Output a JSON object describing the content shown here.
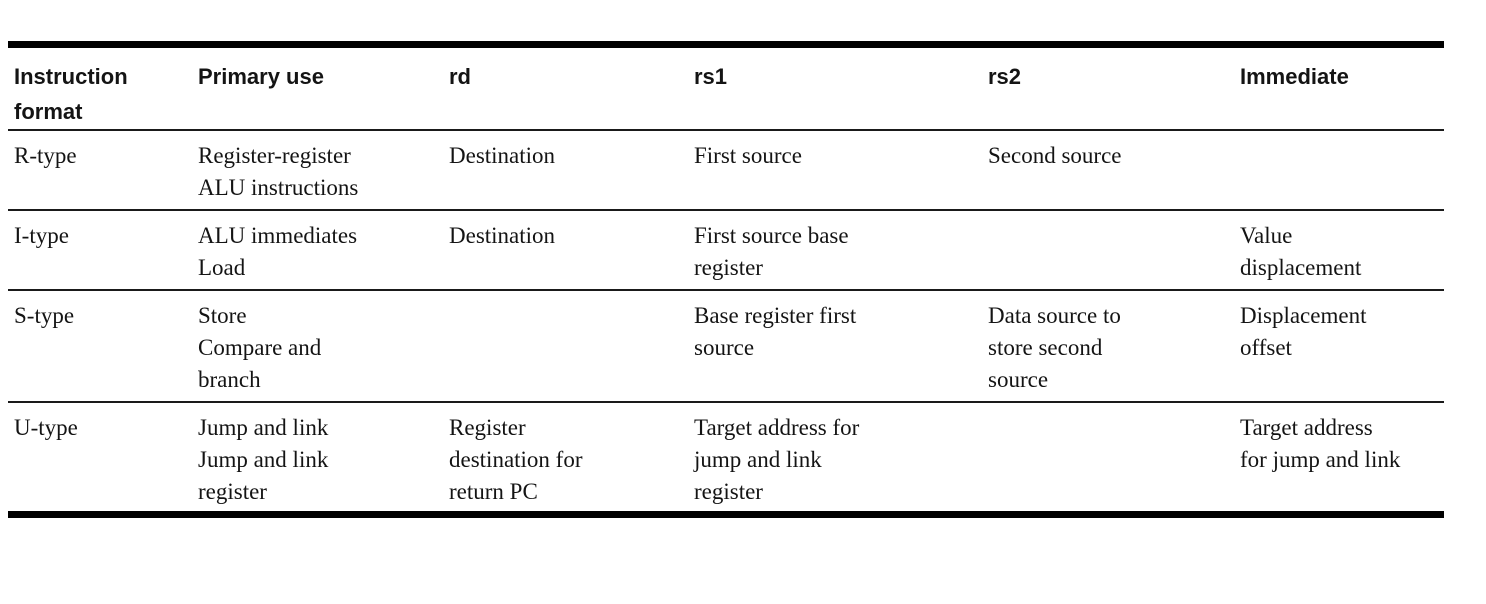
{
  "colors": {
    "rule_heavy": "#000000",
    "rule_light": "#1a1a1a",
    "text": "#141414",
    "background": "#ffffff"
  },
  "table": {
    "header": [
      "Instruction\nformat",
      "Primary use",
      "rd",
      "rs1",
      "rs2",
      "Immediate"
    ],
    "rows": [
      {
        "cells": [
          "R-type",
          "Register-register\nALU instructions",
          "Destination",
          "First source",
          "Second source",
          ""
        ]
      },
      {
        "cells": [
          "I-type",
          "ALU immediates\nLoad",
          "Destination",
          "First source base\nregister",
          "",
          "Value\ndisplacement"
        ]
      },
      {
        "cells": [
          "S-type",
          "Store\nCompare and\nbranch",
          "",
          "Base register first\nsource",
          "Data source to\nstore second\nsource",
          "Displacement\noffset"
        ]
      },
      {
        "cells": [
          "U-type",
          "Jump and link\nJump and link\nregister",
          "Register\ndestination for\nreturn PC",
          "Target address for\njump and link\nregister",
          "",
          "Target address\nfor jump and link"
        ]
      }
    ]
  }
}
